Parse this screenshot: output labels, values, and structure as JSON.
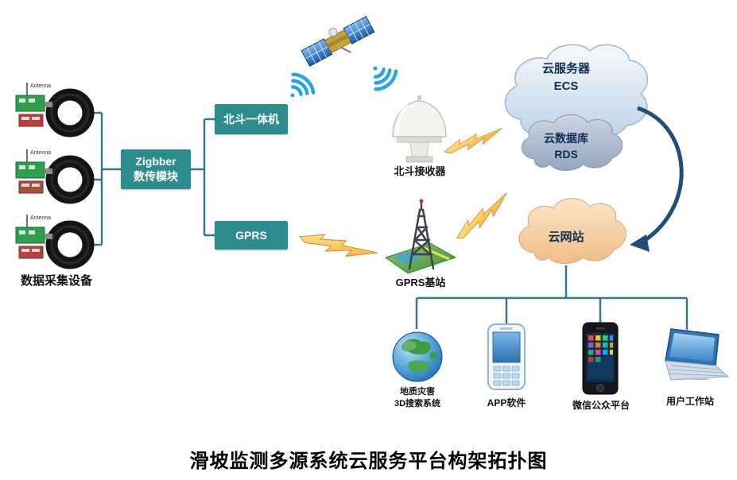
{
  "title": "滑坡监测多源系统云服务平台构架拓扑图",
  "colors": {
    "node_box": "#2e8c8c",
    "connector": "#35788f",
    "cloud_server_fill": "#cddcee",
    "cloud_db_fill": "#a7b7cc",
    "cloud_website_fill": "#f5cda0",
    "lightning": "#f5c23c",
    "arrow": "#1f4e79",
    "wifi": "#27a7e0"
  },
  "devices": {
    "antenna_label": "Antenna",
    "group_label": "数据采集设备"
  },
  "nodes": {
    "zigbee_line1": "Zigbber",
    "zigbee_line2": "数传模块",
    "beidou_modem": "北斗一体机",
    "gprs": "GPRS",
    "beidou_receiver": "北斗接收器",
    "gprs_station": "GPRS基站",
    "cloud_server": "云服务器",
    "cloud_server_sub": "ECS",
    "cloud_db": "云数据库",
    "cloud_db_sub": "RDS",
    "cloud_site": "云网站"
  },
  "terminals": {
    "gis_line1": "地质灾害",
    "gis_line2": "3D搜索系统",
    "app": "APP软件",
    "wechat": "微信公众平台",
    "workstation": "用户工作站"
  }
}
